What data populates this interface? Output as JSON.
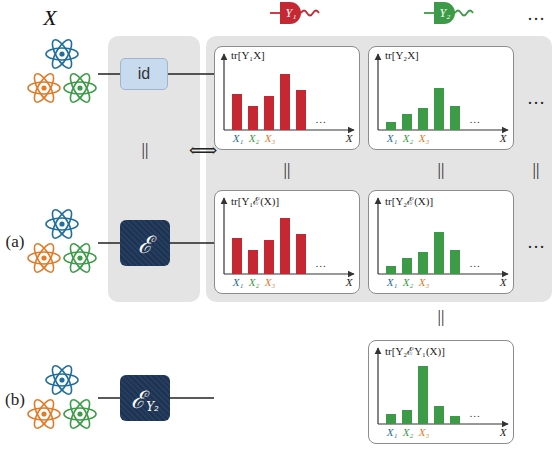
{
  "diagram": {
    "nodes": [
      {
        "text": [
          "id"
        ]
      },
      {
        "text": [
          "tr[Y₁X]",
          "X₁",
          "X₂",
          "X₃",
          "…",
          "X"
        ]
      },
      {
        "text": [
          "tr[Y₂X]",
          "X₁",
          "X₂",
          "X₃",
          "…",
          "X"
        ]
      },
      {
        "text": [
          "ℰ"
        ]
      },
      {
        "text": [
          "tr[Y₁ℰ(X)]",
          "X₁",
          "X₂",
          "X₃",
          "…",
          "X"
        ]
      },
      {
        "text": [
          "tr[Y₂ℰ(X)]",
          "X₁",
          "X₂",
          "X₃",
          "…",
          "X"
        ]
      },
      {
        "text": [
          "ℰ",
          "Y₂"
        ]
      },
      {
        "text": [
          "tr[Y₂ℰY₁(X)]",
          "X₁",
          "X₂",
          "X₃",
          "…",
          "X"
        ]
      }
    ],
    "edges": [
      {
        "from": 0,
        "to": 1,
        "arrow": "none"
      },
      {
        "from": 3,
        "to": 4,
        "arrow": "none"
      }
    ],
    "labels": [
      "X",
      "Y₁",
      "Y₂",
      "…",
      "…",
      "||",
      "⟺",
      "||",
      "||",
      "||",
      "…",
      "(a)",
      "||",
      "(b)"
    ]
  }
}
